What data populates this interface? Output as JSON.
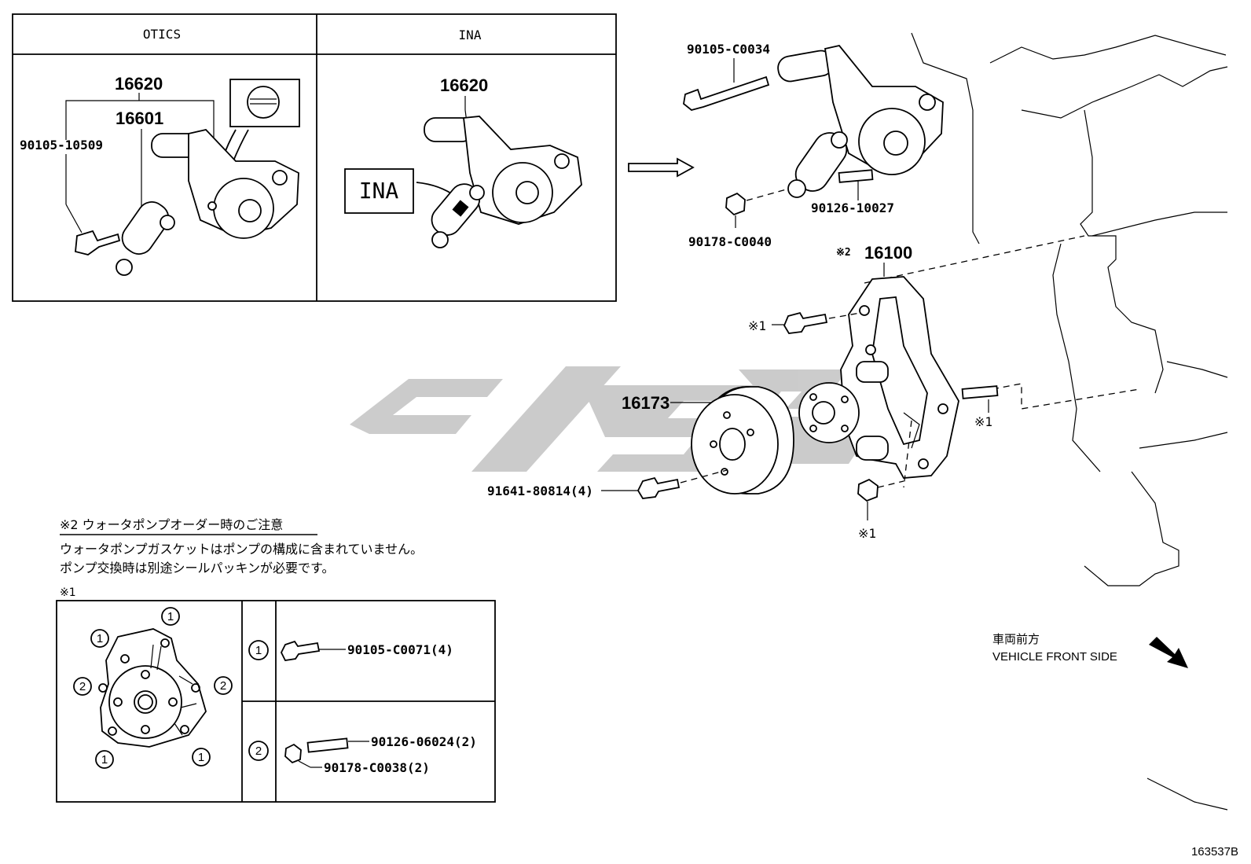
{
  "inset": {
    "headers": [
      "OTICS",
      "INA"
    ],
    "otics": {
      "p1": "16620",
      "p2": "16601",
      "bolt": "90105-10509"
    },
    "ina": {
      "p1": "16620",
      "label": "INA"
    }
  },
  "parts": {
    "bolt_top": "90105-C0034",
    "stud_top": "90126-10027",
    "nut_top": "90178-C0040",
    "pump": "16100",
    "pump_mark": "※2",
    "pulley": "16173",
    "pulley_bolts": "91641-80814(4)",
    "mark1": "※1"
  },
  "note": {
    "title": "※2 ウォータポンプオーダー時のご注意",
    "line1": "ウォータポンプガスケットはポンプの構成に含まれていません。",
    "line2": "ポンプ交換時は別途シールパッキンが必要です。"
  },
  "table": {
    "mark": "※1",
    "rows": [
      {
        "num": "1",
        "parts": [
          "90105-C0071(4)"
        ]
      },
      {
        "num": "2",
        "parts": [
          "90126-06024(2)",
          "90178-C0038(2)"
        ]
      }
    ]
  },
  "orientation": {
    "jp": "車両前方",
    "en": "VEHICLE FRONT SIDE"
  },
  "figure_id": "163537B",
  "watermark_color": "#c8c8c8"
}
